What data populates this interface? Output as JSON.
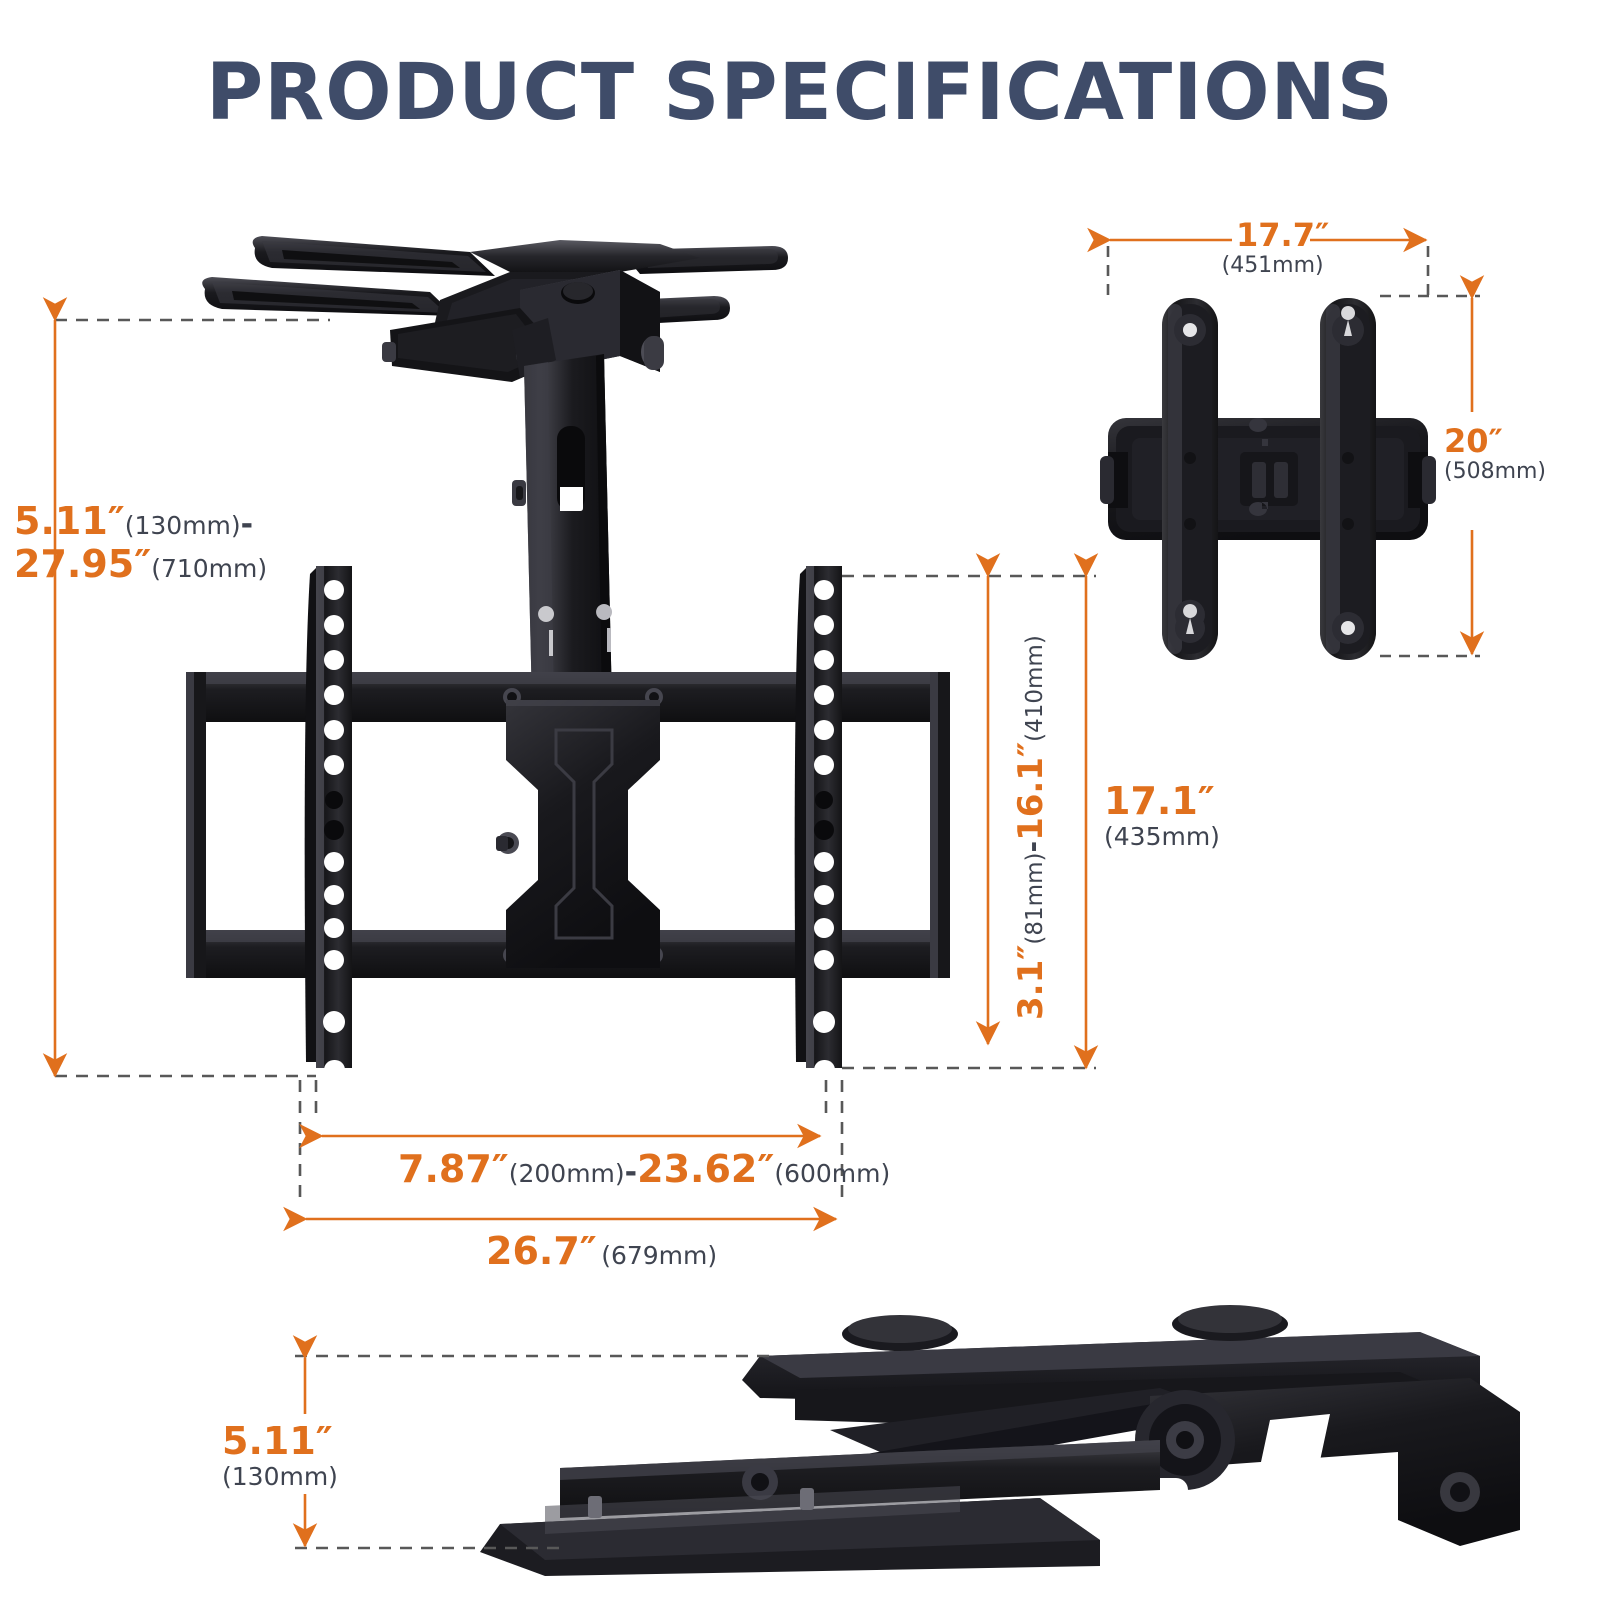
{
  "page": {
    "title": "PRODUCT SPECIFICATIONS",
    "background": "#ffffff",
    "title_color": "#3f4c69",
    "accent_color": "#e0701d",
    "mm_color": "#3f4450",
    "leader_color": "#585858",
    "product_color": "#1b1b1d"
  },
  "dimensions": {
    "drop_height": {
      "inch_min": "5.11″",
      "mm_min": "(130mm)",
      "separator": "-",
      "inch_max": "27.95″",
      "mm_max": "(710mm)"
    },
    "vesa_height": {
      "inch_min": "3.1″",
      "mm_min": "(81mm)",
      "separator": "-",
      "inch_max": "16.1″",
      "mm_max": "(410mm)"
    },
    "bracket_height": {
      "inch": "17.1″",
      "mm": "(435mm)"
    },
    "vesa_width": {
      "inch_min": "7.87″",
      "mm_min": "(200mm)",
      "separator": "-",
      "inch_max": "23.62″",
      "mm_max": "(600mm)"
    },
    "bracket_width": {
      "inch": "26.7″",
      "mm": "(679mm)"
    },
    "ceiling_plate_width": {
      "inch": "17.7″",
      "mm": "(451mm)"
    },
    "ceiling_plate_height": {
      "inch": "20″",
      "mm": "(508mm)"
    },
    "folded_height": {
      "inch": "5.11″",
      "mm": "(130mm)"
    }
  },
  "views": {
    "main": "front-view-ceiling-tv-mount",
    "top_right": "top-view-ceiling-plate",
    "bottom": "side-view-folded-mount"
  }
}
